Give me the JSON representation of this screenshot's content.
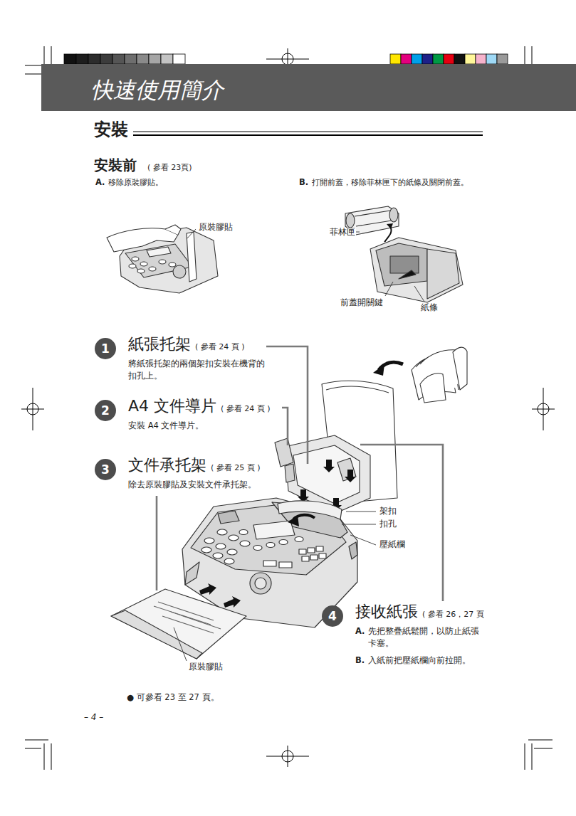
{
  "diagram": {
    "title": "快速使用簡介",
    "nodes": [
      {
        "text": [
          "1",
          "紙張托架",
          "( 參看 24 頁 )",
          "將紙張托架的兩個架扣安裝在機背的扣孔上。"
        ]
      },
      {
        "text": [
          "2",
          "A4 文件導片",
          "( 參看 24 頁 )",
          "安裝 A4 文件導片。"
        ]
      },
      {
        "text": [
          "3",
          "文件承托架",
          "( 參看 25 頁 )",
          "除去原裝膠貼及安裝文件承托架。"
        ]
      },
      {
        "text": [
          "4",
          "接收紙張",
          "( 參看 26，27 頁",
          "A.",
          "先把整疊紙鬆開，以防止紙張卡塞。",
          "B.",
          "入紙前把壓紙欄向前拉開。"
        ]
      }
    ],
    "labels": [
      "安裝",
      "安裝前",
      "( 參看 23頁)",
      "A.",
      "移除原裝膠貼。",
      "B.",
      "打開前蓋，移除菲林匣下的紙條及關閉前蓋。",
      "原裝膠貼",
      "菲林匣",
      "前蓋開關鍵",
      "紙條",
      "架扣",
      "扣孔",
      "壓紙欄",
      "原裝膠貼",
      "● 可參看 23 至 27 頁。",
      "– 4 –"
    ]
  }
}
